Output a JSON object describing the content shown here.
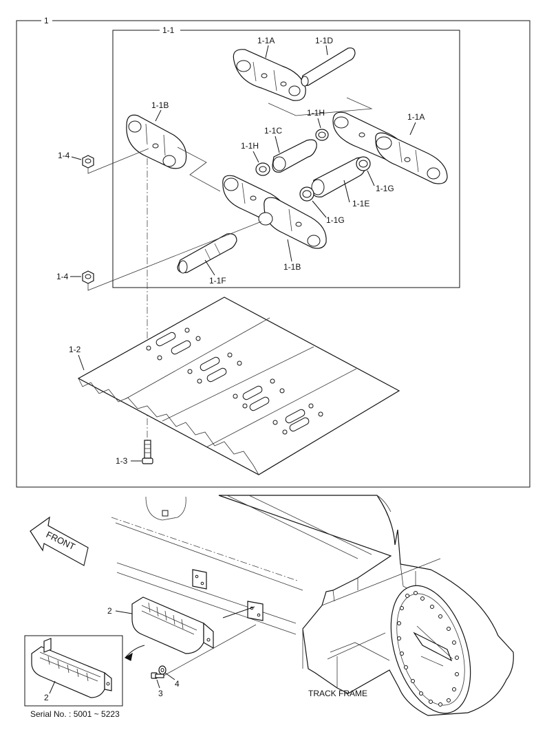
{
  "labels": {
    "assembly_1": "1",
    "sub_1_1": "1-1",
    "link_1_1a_top": "1-1A",
    "pin_1_1d": "1-1D",
    "link_1_1b_top": "1-1B",
    "seal_1_1h_right": "1-1H",
    "link_1_1a_right": "1-1A",
    "bushing_1_1c": "1-1C",
    "seal_1_1h_left": "1-1H",
    "nut_1_4_top": "1-4",
    "seal_1_1g_right": "1-1G",
    "bushing_1_1e": "1-1E",
    "seal_1_1g_left": "1-1G",
    "link_1_1b_bottom": "1-1B",
    "pin_1_1f": "1-1F",
    "nut_1_4_bottom": "1-4",
    "shoe_1_2": "1-2",
    "bolt_1_3": "1-3",
    "front": "FRONT",
    "step_2_main": "2",
    "step_2_inset": "2",
    "bolt_3": "3",
    "washer_4": "4",
    "track_frame": "TRACK FRAME",
    "serial": "Serial No. : 5001 ~ 5223"
  }
}
